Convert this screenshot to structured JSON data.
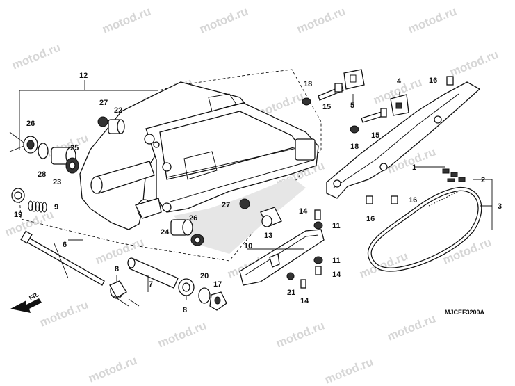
{
  "watermark": "motod.ru",
  "diagram_code": "MJCEF3200A",
  "front_arrow": "FR.",
  "callouts": {
    "c1": "1",
    "c2": "2",
    "c3": "3",
    "c4": "4",
    "c5": "5",
    "c6": "6",
    "c7": "7",
    "c8a": "8",
    "c8b": "8",
    "c9": "9",
    "c10": "10",
    "c11a": "11",
    "c11b": "11",
    "c12": "12",
    "c13": "13",
    "c14a": "14",
    "c14b": "14",
    "c14c": "14",
    "c15a": "15",
    "c15b": "15",
    "c16a": "16",
    "c16b": "16",
    "c16c": "16",
    "c17": "17",
    "c18a": "18",
    "c18b": "18",
    "c19": "19",
    "c20": "20",
    "c21": "21",
    "c22": "22",
    "c23": "23",
    "c24": "24",
    "c25": "25",
    "c26a": "26",
    "c26b": "26",
    "c27a": "27",
    "c27b": "27",
    "c28": "28"
  }
}
